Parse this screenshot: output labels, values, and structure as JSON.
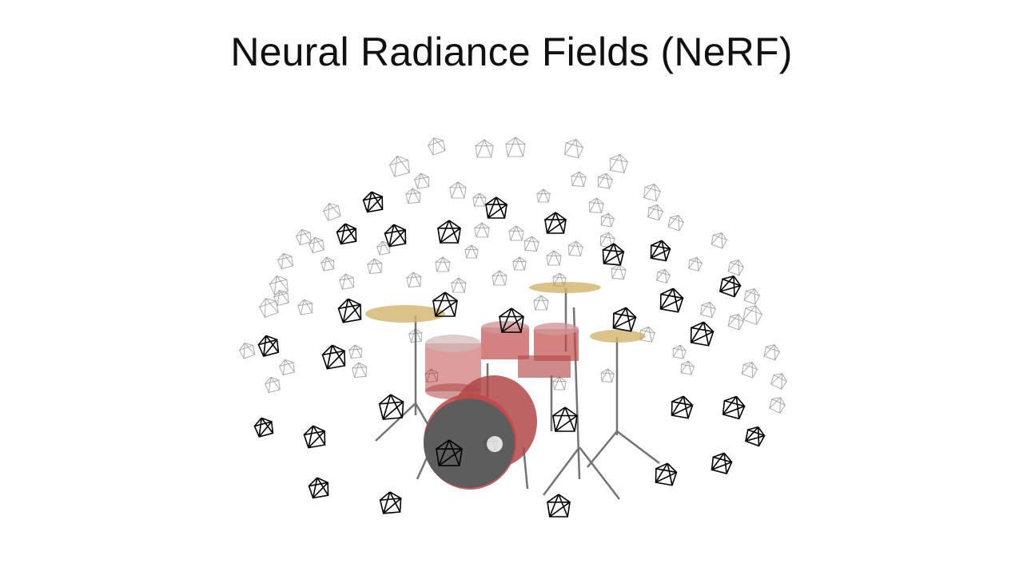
{
  "slide": {
    "title": "Neural Radiance Fields (NeRF)"
  },
  "scene": {
    "object": "drum-kit",
    "camera_count": 100,
    "colors": {
      "drum_red": "#b32424",
      "drum_head": "#3a3a3a",
      "cymbal": "#c9a24a",
      "hardware": "#555555",
      "camera_front": "#000000",
      "camera_back": "#999999"
    }
  }
}
